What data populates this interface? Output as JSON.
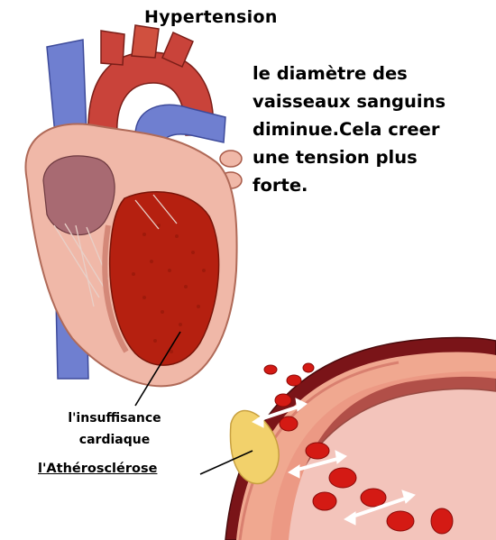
{
  "title": "Hypertension",
  "description": {
    "lines": [
      "le diamètre des",
      "vaisseaux sanguins",
      "diminue.Cela creer",
      "une tension plus",
      "forte."
    ]
  },
  "labels": {
    "heart_failure_line1": "l'insuffisance",
    "heart_failure_line2": "cardiaque",
    "atherosclerosis": "l'Athérosclérose"
  },
  "colors": {
    "aorta_red": "#c9433a",
    "vein_blue": "#6f7fd0",
    "muscle_red": "#b52010",
    "tissue_pink": "#f0b8a8",
    "vessel_outer": "#7a1418",
    "plaque_yellow": "#f2d16b",
    "arrow_white": "#ffffff"
  }
}
